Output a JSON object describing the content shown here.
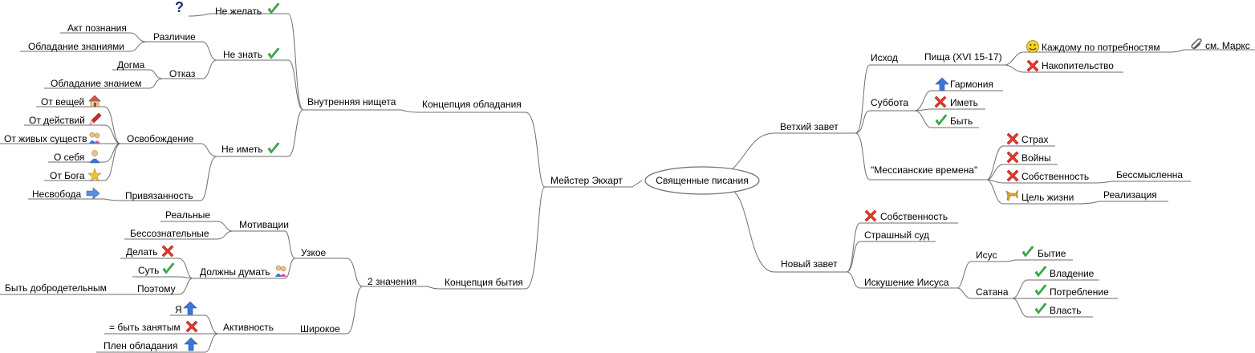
{
  "central": "Священные писания",
  "left": {
    "eckhart": "Мейстер Экхарт",
    "possession": {
      "label": "Концепция обладания",
      "inner_poverty": {
        "label": "Внутренняя нищета",
        "not_want": {
          "label": "Не желать",
          "question": "?"
        },
        "not_know": {
          "label": "Не знать",
          "difference": {
            "label": "Различие",
            "items": [
              "Акт познания",
              "Обладание знаниями"
            ]
          },
          "refusal": {
            "label": "Отказ",
            "items": [
              "Догма",
              "Обладание знанием"
            ]
          }
        },
        "not_have": {
          "label": "Не иметь",
          "liberation": {
            "label": "Освобождение",
            "items": [
              "От вещей",
              "От действий",
              "От живых существ",
              "О себя",
              "От Бога"
            ]
          },
          "attachment": {
            "label": "Привязанность",
            "items": [
              "Несвобода"
            ]
          }
        }
      }
    },
    "being": {
      "label": "Концепция бытия",
      "two_meanings": {
        "label": "2 значения",
        "narrow": {
          "label": "Узкое",
          "motivations": {
            "label": "Мотивации",
            "items": [
              "Реальные",
              "Бессознательные"
            ]
          },
          "should_think": {
            "label": "Должны думать",
            "items": [
              "Делать",
              "Суть"
            ]
          },
          "therefore": {
            "label": "Поэтому",
            "items": [
              "Быть добродетельным"
            ]
          }
        },
        "broad": {
          "label": "Широкое",
          "activity": {
            "label": "Активность",
            "items": [
              "Я",
              "= быть занятым",
              "Плен обладания"
            ]
          }
        }
      }
    }
  },
  "right": {
    "old": {
      "label": "Ветхий завет",
      "exodus": {
        "label": "Исход",
        "food": {
          "label": "Пища (XVI 15-17)",
          "needs": "Каждому по потребностям",
          "marx": "см. Маркс",
          "accum": "Накопительство"
        }
      },
      "sabbath": {
        "label": "Суббота",
        "items": [
          "Гармония",
          "Иметь",
          "Быть"
        ]
      },
      "messianic": {
        "label": "\"Мессианские времена\"",
        "items": [
          "Страх",
          "Войны",
          "Собственность",
          "Цель жизни"
        ],
        "meaningless": "Бессмысленна",
        "realization": "Реализация"
      }
    },
    "new": {
      "label": "Новый завет",
      "property": "Собственность",
      "judgment": "Страшный суд",
      "temptation": {
        "label": "Искушение Иисуса",
        "jesus": {
          "label": "Исус",
          "items": [
            "Бытие"
          ]
        },
        "satan": {
          "label": "Сатана",
          "items": [
            "Владение",
            "Потребление",
            "Власть"
          ]
        }
      }
    }
  },
  "icons": {
    "check": "#3bb54a",
    "cross": "#e23b2e",
    "arrow_up": "#3a78d6",
    "arrow_right": "#5b8fe0",
    "star": "#f2c230",
    "smiley": "#f3d21f",
    "house": "#d8b070",
    "question": "#1b2a6b"
  }
}
